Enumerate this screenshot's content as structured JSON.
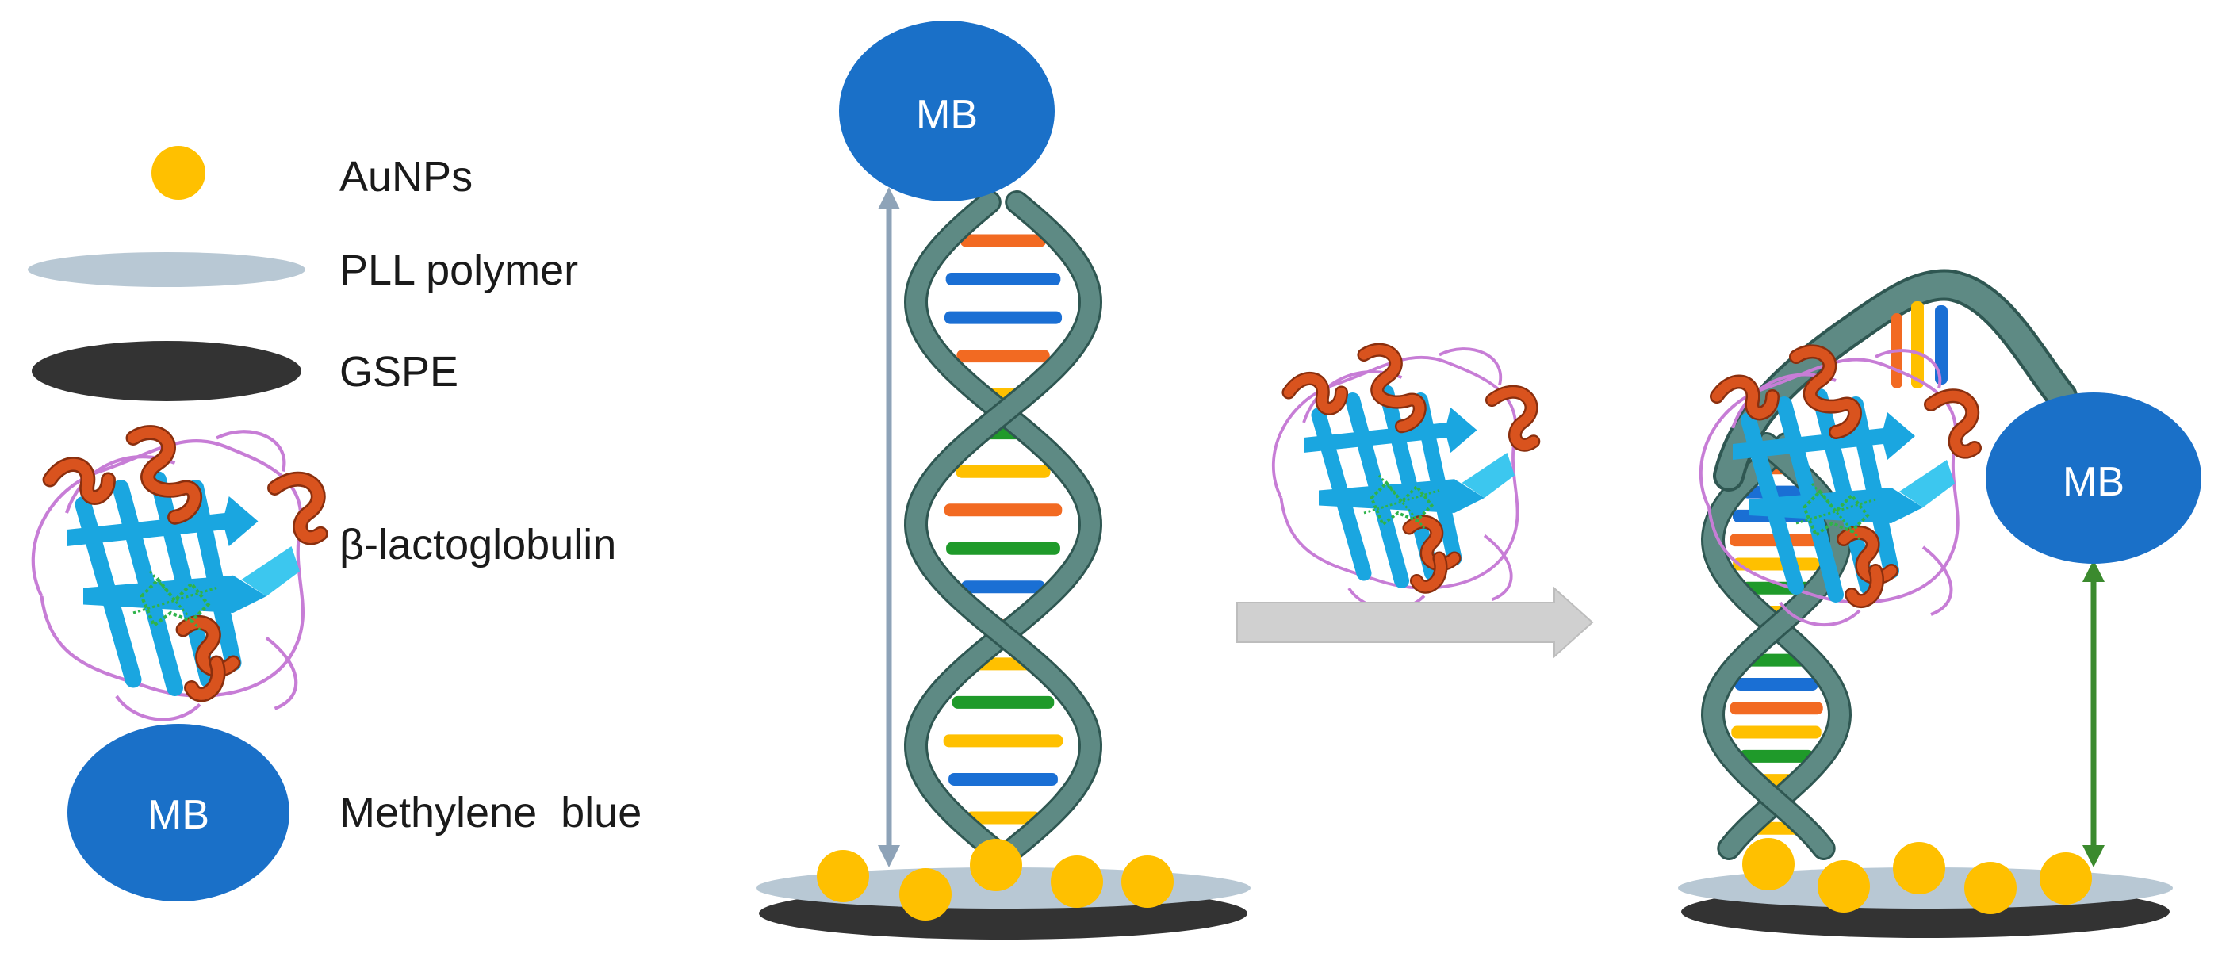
{
  "legend": {
    "items": [
      {
        "key": "aunps",
        "label": "AuNPs"
      },
      {
        "key": "pll",
        "label": "PLL polymer"
      },
      {
        "key": "gspe",
        "label": "GSPE"
      },
      {
        "key": "protein",
        "label": "β-lactoglobulin"
      },
      {
        "key": "mb",
        "label": "Methylene  blue"
      }
    ]
  },
  "mb_label": "MB",
  "colors": {
    "aunp": "#ffc000",
    "pll": "#b8c8d4",
    "gspe": "#333333",
    "mb": "#1a70c8",
    "backbone": "#5e8a84",
    "backbone_edge": "#2f5752",
    "arrow_left": "#8ea3b8",
    "arrow_right": "#3b8a2e",
    "process_arrow": "#d0d0d0",
    "base_orange": "#f26a22",
    "base_blue": "#1a6fd4",
    "base_yellow": "#ffc000",
    "base_green": "#1f9a2a",
    "protein_strand": "#1aa6e0",
    "protein_helix": "#d9531e",
    "protein_loop": "#c77dd6",
    "protein_ligand": "#2fb34a"
  }
}
